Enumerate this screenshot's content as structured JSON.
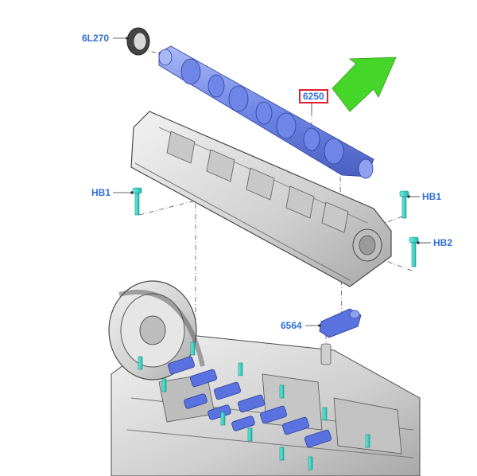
{
  "callouts": {
    "seal": "6L270",
    "camshaft": "6250",
    "bolt_left": "HB1",
    "bolt_right_upper": "HB1",
    "bolt_right_lower": "HB2",
    "rocker": "6564"
  },
  "colors": {
    "label": "#2f6fd6",
    "highlight_box": "#e0202a",
    "arrow": "#46d62a",
    "part_blue": "#6f86e6",
    "bolt_teal": "#2fd6c6",
    "metal": "#d9d9d9",
    "outline": "#4a4a4a"
  }
}
